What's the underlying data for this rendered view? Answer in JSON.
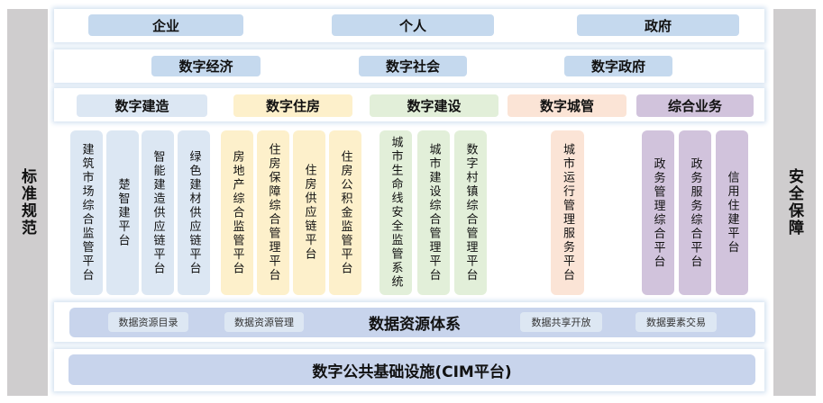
{
  "sides": {
    "left": "标准规范",
    "right": "安全保障"
  },
  "row1": [
    "企业",
    "个人",
    "政府"
  ],
  "row2": [
    "数字经济",
    "数字社会",
    "数字政府"
  ],
  "row3": [
    "数字建造",
    "数字住房",
    "数字建设",
    "数字城管",
    "综合业务"
  ],
  "platforms": [
    "建筑市场综合监管平台",
    "楚智建平台",
    "智能建造供应链平台",
    "绿色建材供应链平台",
    "房地产综合监管平台",
    "住房保障综合管理平台",
    "住房供应链平台",
    "住房公积金监管平台",
    "城市生命线安全监管系统",
    "城市建设综合管理平台",
    "数字村镇综合管理平台",
    "城市运行管理服务平台",
    "政务管理综合平台",
    "政务服务综合平台",
    "信用住建平台"
  ],
  "data_layer": {
    "title": "数据资源体系",
    "items": [
      "数据资源目录",
      "数据资源管理",
      "数据共享开放",
      "数据要素交易"
    ]
  },
  "base_layer": {
    "title": "数字公共基础设施(CIM平台)"
  },
  "colors": {
    "header": "#c5d9ee",
    "construction": "#dce7f3",
    "housing": "#fdf0cb",
    "building": "#e2efd9",
    "urban": "#fbe4d6",
    "general": "#d1c3dc",
    "data": "#c8d4ec",
    "side": "#cfcdce"
  }
}
